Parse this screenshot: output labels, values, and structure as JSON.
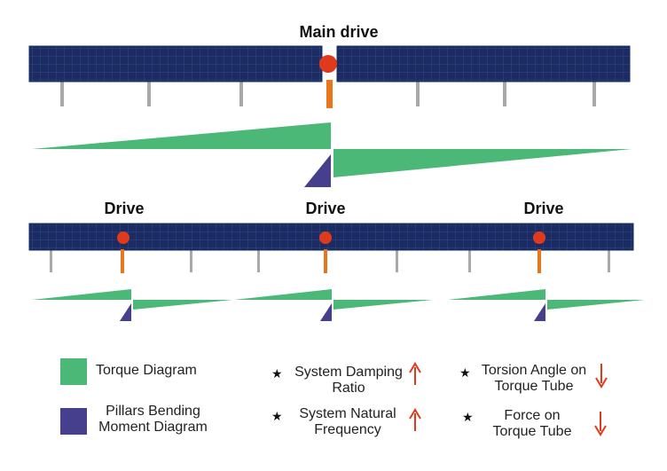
{
  "top_section": {
    "drive_label": "Main drive"
  },
  "bottom_section": {
    "drive_labels": [
      "Drive",
      "Drive",
      "Drive"
    ]
  },
  "legend": {
    "torque_diagram": "Torque Diagram",
    "pillars_bending_line1": "Pillars  Bending",
    "pillars_bending_line2": "Moment Diagram",
    "damping_line1": "System Damping",
    "damping_line2": "Ratio",
    "frequency_line1": "System Natural",
    "frequency_line2": "Frequency",
    "torsion_line1": "Torsion Angle on",
    "torsion_line2": "Torque Tube",
    "force_line1": "Force on",
    "force_line2": "Torque Tube",
    "star_symbol": "★"
  },
  "colors": {
    "panel": "#1b2c63",
    "panel_grid": "#3a4f8c",
    "drive_dot": "#e03a1c",
    "drive_post": "#e8761a",
    "pillar": "#a9a9a9",
    "torque_green": "#4cb877",
    "moment_purple": "#463f8e",
    "arrow_red": "#e03a1c"
  },
  "icons": {
    "increase": "up-arrow-icon",
    "decrease": "down-arrow-icon"
  }
}
